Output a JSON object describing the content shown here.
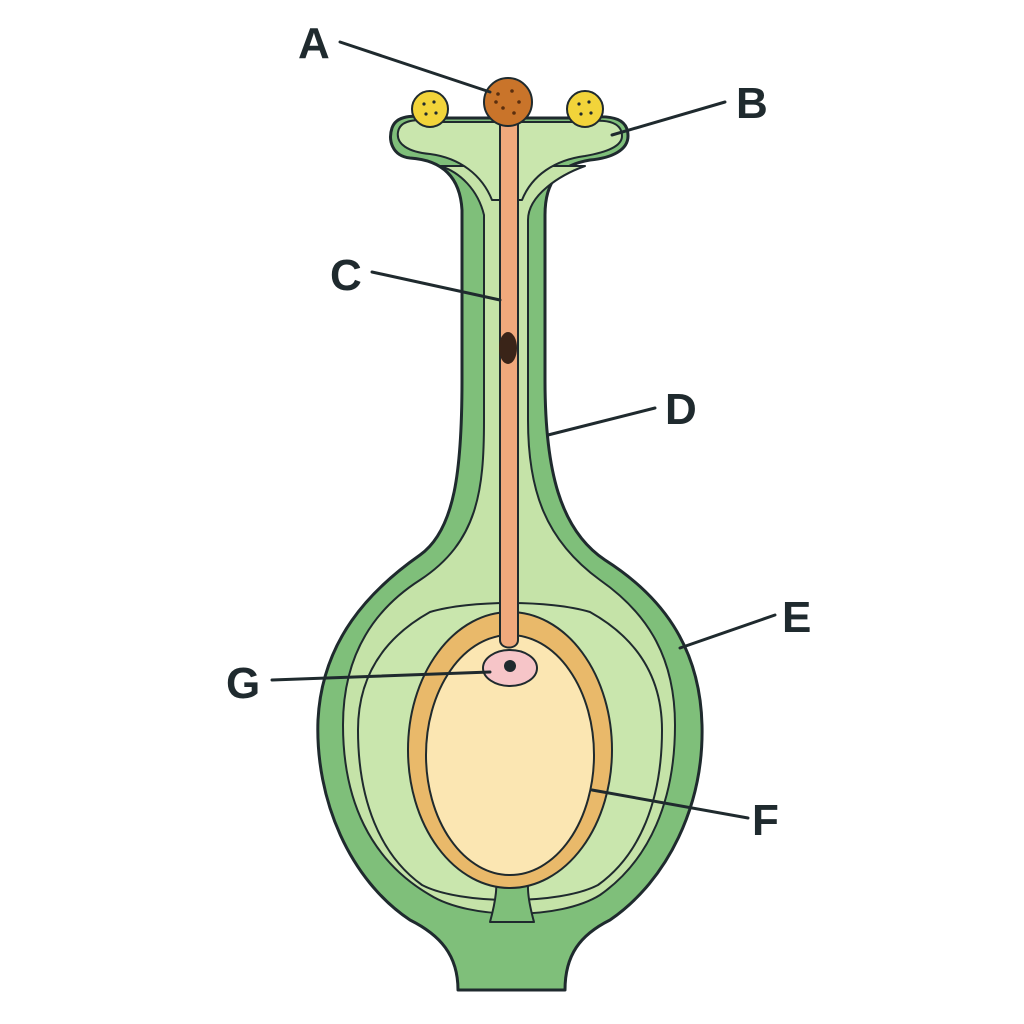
{
  "labels": {
    "a": "A",
    "b": "B",
    "c": "C",
    "d": "D",
    "e": "E",
    "f": "F",
    "g": "G"
  },
  "colors": {
    "outline": "#1f2a2e",
    "ovary_wall_dark": "#7fbf7a",
    "ovary_inner_light": "#c9e6ad",
    "style_light": "#c5e3a8",
    "pollen_tube": "#f0a97c",
    "pollen_grain_brown": "#c9742a",
    "pollen_grain_yellow": "#f2d43a",
    "ovule_integument": "#e9b96a",
    "embryo_sac": "#fbe6b2",
    "egg_cell": "#f6c5c8",
    "nucleus": "#3a2418"
  },
  "icons": {
    "pollen_grain": "pollen-grain-icon",
    "nucleus": "nucleus-icon"
  }
}
